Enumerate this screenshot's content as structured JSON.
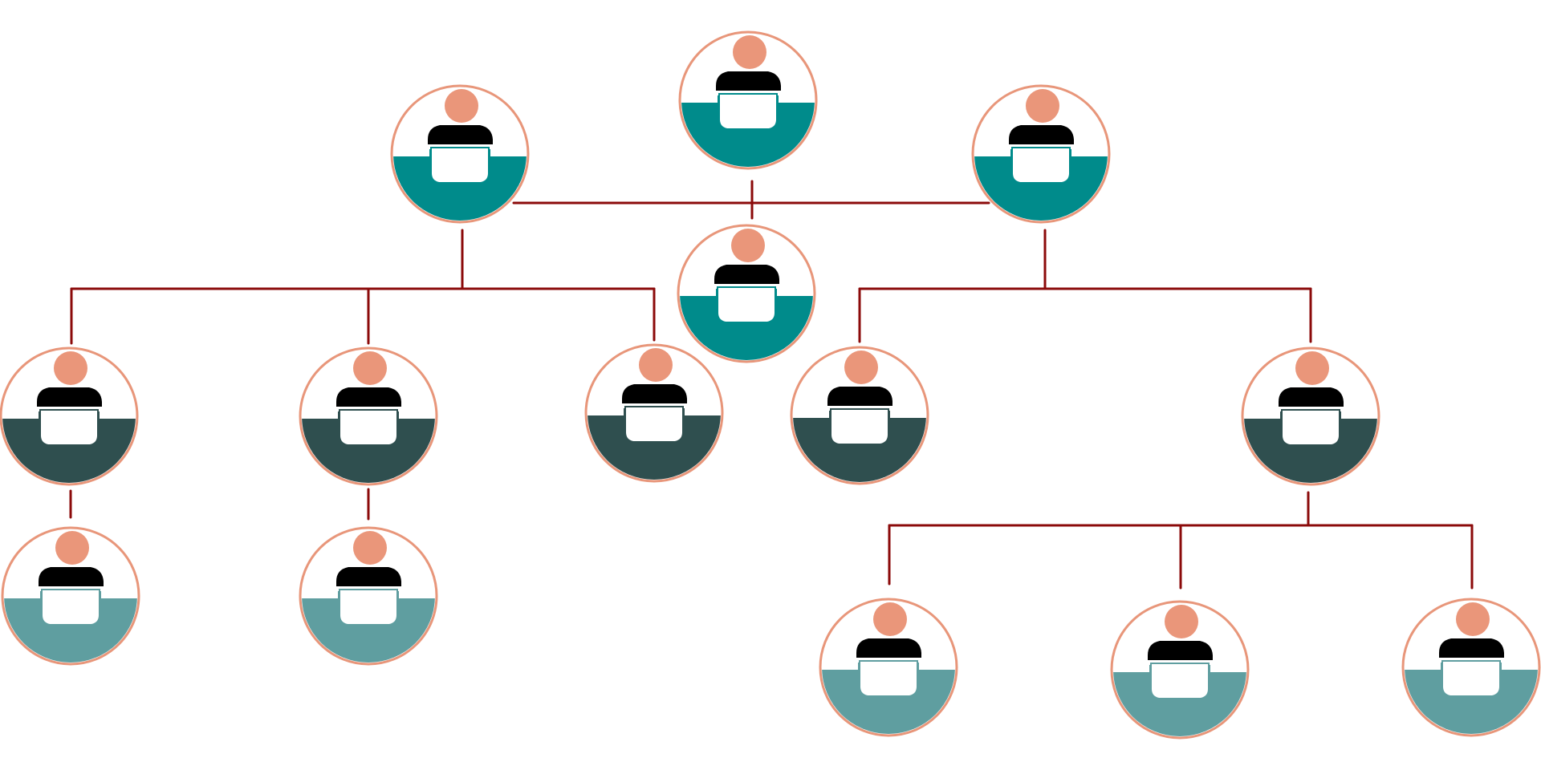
{
  "colors": {
    "connector": "#8b0a0a",
    "ring": "#e8967a",
    "head": "#ea967a",
    "desk_teal": "#008b8b",
    "desk_dark": "#2f4f4f",
    "desk_light": "#5f9ea0",
    "torso": "#000000",
    "monitor": "#ffffff"
  },
  "icons": {
    "person": "person-at-computer-icon"
  },
  "nodes": [
    {
      "id": "top-center",
      "tone": "desk_teal"
    },
    {
      "id": "top-left",
      "tone": "desk_teal"
    },
    {
      "id": "top-right",
      "tone": "desk_teal"
    },
    {
      "id": "center",
      "tone": "desk_teal"
    },
    {
      "id": "mid-1",
      "tone": "desk_dark"
    },
    {
      "id": "mid-2",
      "tone": "desk_dark"
    },
    {
      "id": "mid-3",
      "tone": "desk_dark"
    },
    {
      "id": "mid-4",
      "tone": "desk_dark"
    },
    {
      "id": "mid-5",
      "tone": "desk_dark"
    },
    {
      "id": "bottom-1",
      "tone": "desk_light"
    },
    {
      "id": "bottom-2",
      "tone": "desk_light"
    },
    {
      "id": "bottom-3",
      "tone": "desk_light"
    },
    {
      "id": "bottom-4",
      "tone": "desk_light"
    },
    {
      "id": "bottom-5",
      "tone": "desk_light"
    }
  ]
}
